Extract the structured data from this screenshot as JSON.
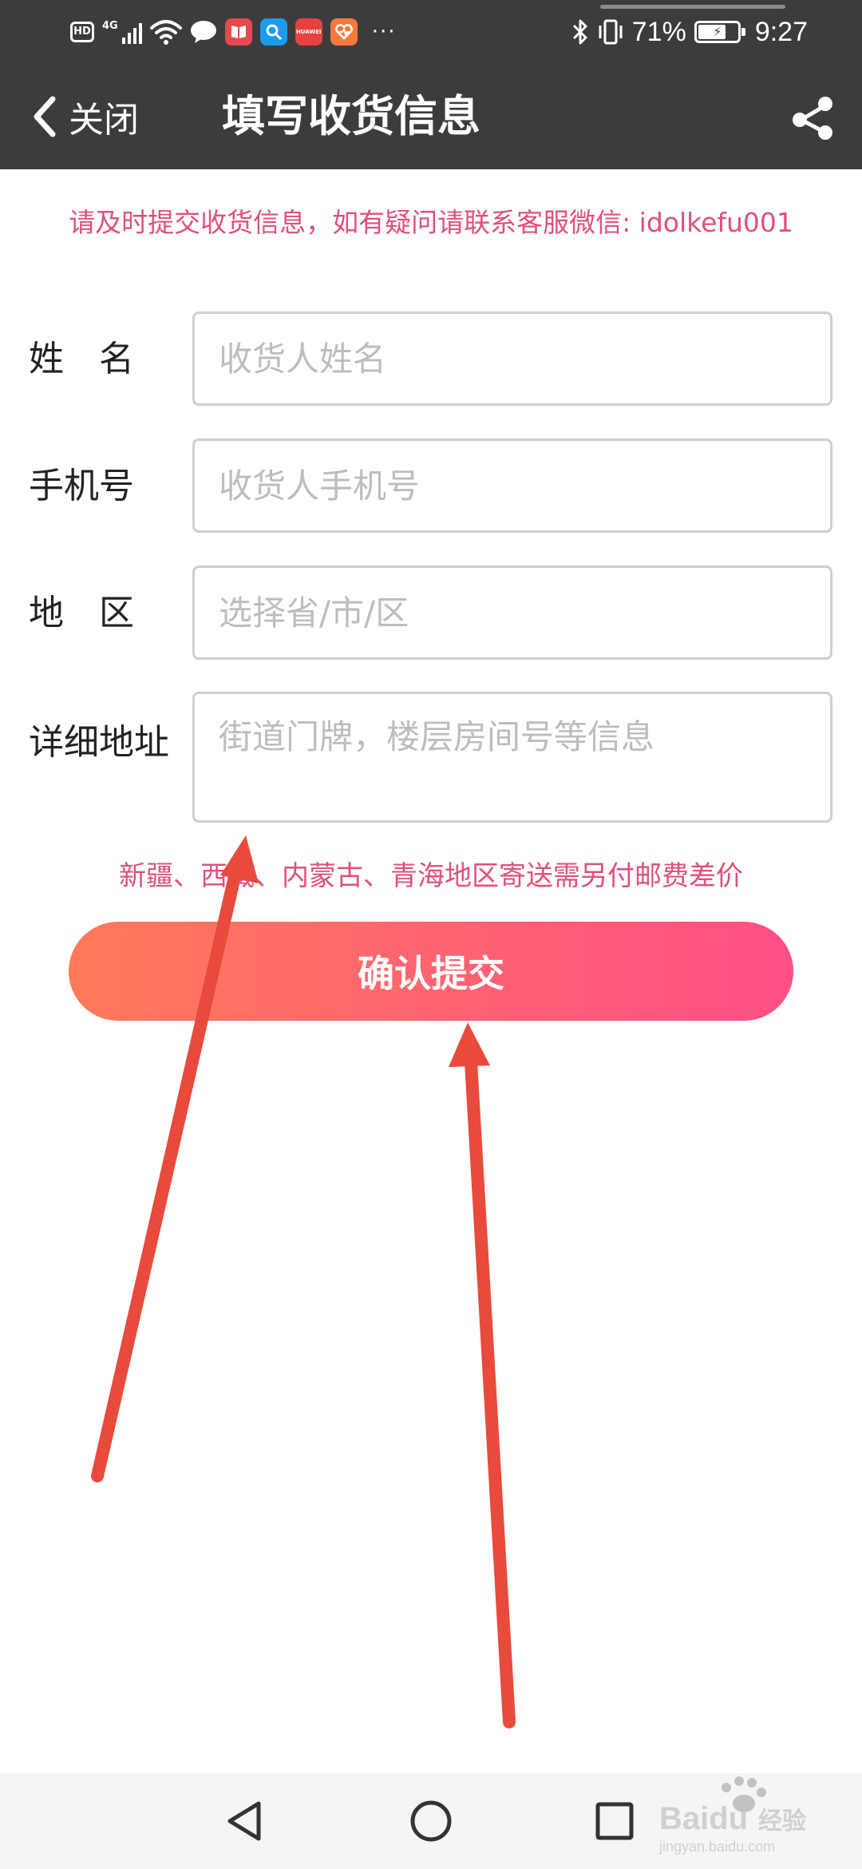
{
  "status_bar": {
    "hd_label": "HD",
    "network_label": "4G",
    "battery_percent": "71%",
    "battery_level": 0.71,
    "time": "9:27",
    "app_icon_text": "HUAWEI",
    "more": "···"
  },
  "toolbar": {
    "back_label": "关闭",
    "title": "填写收货信息",
    "share_icon": "share-icon"
  },
  "notice": "请及时提交收货信息，如有疑问请联系客服微信: idolkefu001",
  "form": {
    "name": {
      "label": "姓　名",
      "placeholder": "收货人姓名",
      "value": ""
    },
    "phone": {
      "label": "手机号",
      "placeholder": "收货人手机号",
      "value": ""
    },
    "region": {
      "label": "地　区",
      "placeholder": "选择省/市/区",
      "value": ""
    },
    "address": {
      "label": "详细地址",
      "placeholder": "街道门牌，楼层房间号等信息",
      "value": ""
    }
  },
  "remote_note": "新疆、西藏、内蒙古、青海地区寄送需另付邮费差价",
  "submit_label": "确认提交",
  "colors": {
    "header_bg": "#3c3c3c",
    "accent_text": "#e0507a",
    "button_gradient_start": "#ff7a5a",
    "button_gradient_end": "#ff4f86",
    "annotation_arrow": "#e84a3c"
  },
  "nav": {
    "back_icon": "nav-back-icon",
    "home_icon": "nav-home-icon",
    "recents_icon": "nav-recents-icon"
  },
  "watermark": {
    "brand": "Baidu",
    "label": "经验",
    "url": "jingyan.baidu.com"
  }
}
